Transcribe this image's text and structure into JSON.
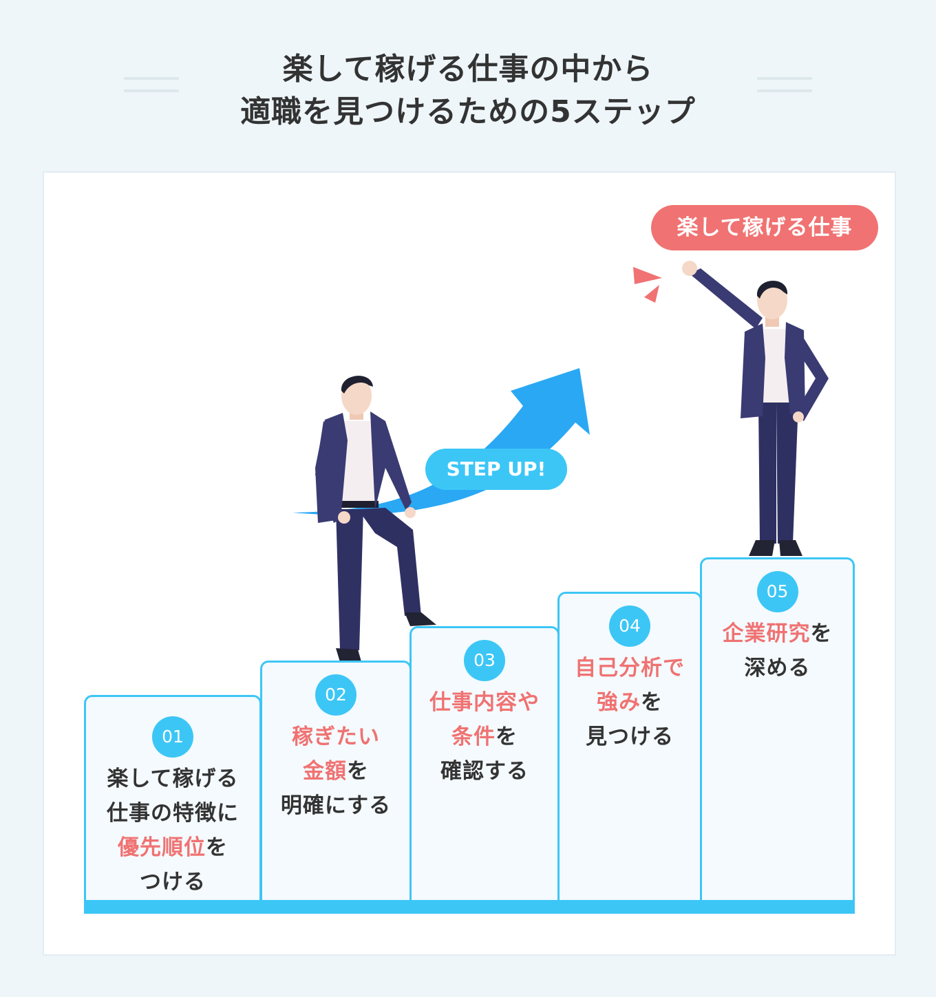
{
  "title": {
    "line1": "楽して稼げる仕事の中から",
    "line2": "適職を見つけるための5ステップ"
  },
  "goal_label": "楽して稼げる仕事",
  "stepup_label": "STEP UP!",
  "colors": {
    "accent_blue": "#3cc6f6",
    "accent_red": "#f07272",
    "arrow_blue": "#2aa8f4",
    "suit_navy": "#3a3b72"
  },
  "steps": [
    {
      "num": "01",
      "lines": [
        {
          "hl": "",
          "text": "楽して稼げる"
        },
        {
          "hl": "",
          "text": "仕事の特徴に"
        },
        {
          "hl": "優先順位",
          "text": "を"
        },
        {
          "hl": "",
          "text": "つける"
        }
      ]
    },
    {
      "num": "02",
      "lines": [
        {
          "hl": "稼ぎたい",
          "text": ""
        },
        {
          "hl": "金額",
          "text": "を"
        },
        {
          "hl": "",
          "text": "明確にする"
        }
      ]
    },
    {
      "num": "03",
      "lines": [
        {
          "hl": "仕事内容や",
          "text": ""
        },
        {
          "hl": "条件",
          "text": "を"
        },
        {
          "hl": "",
          "text": "確認する"
        }
      ]
    },
    {
      "num": "04",
      "lines": [
        {
          "hl": "自己分析で",
          "text": ""
        },
        {
          "hl": "強み",
          "text": "を"
        },
        {
          "hl": "",
          "text": "見つける"
        }
      ]
    },
    {
      "num": "05",
      "lines": [
        {
          "hl": "企業研究",
          "text": "を"
        },
        {
          "hl": "",
          "text": "深める"
        }
      ]
    }
  ]
}
